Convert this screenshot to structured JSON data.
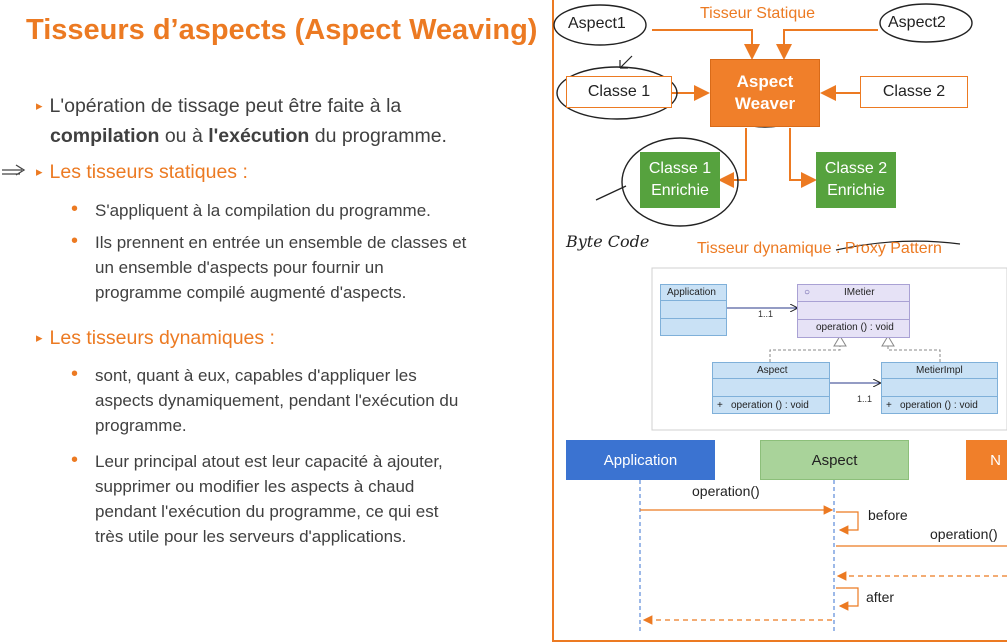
{
  "slide": {
    "title": "Tisseurs d’aspects (Aspect Weaving)",
    "bullet1": {
      "line1": "L'opération de tissage peut être faite à la",
      "bold1": "compilation",
      "mid": " ou à ",
      "bold2": "l'exécution",
      "end": " du programme."
    },
    "static_heading": "Les tisseurs statiques :",
    "static_items": [
      "S'appliquent à la compilation du programme.",
      "Ils prennent en entrée un ensemble de classes et",
      "un ensemble d'aspects pour fournir un",
      "programme compilé augmenté d'aspects."
    ],
    "dynamic_heading": "Les tisseurs dynamiques :",
    "dynamic_items": [
      "sont, quant à eux, capables d'appliquer les",
      "aspects dynamiquement, pendant l'exécution du",
      "programme.",
      "Leur principal atout est leur capacité à ajouter,",
      "supprimer ou modifier les aspects à chaud",
      "pendant l'exécution du programme, ce qui est",
      "très utile pour les serveurs d'applications."
    ]
  },
  "diagram": {
    "static_label": "Tisseur Statique",
    "aspect1": "Aspect1",
    "aspect2": "Aspect2",
    "classe1": "Classe 1",
    "classe2": "Classe 2",
    "weaver_line1": "Aspect",
    "weaver_line2": "Weaver",
    "enriched1_line1": "Classe 1",
    "enriched1_line2": "Enrichie",
    "enriched2_line1": "Classe 2",
    "enriched2_line2": "Enrichie",
    "handwritten": "Byte Code",
    "dynamic_label": "Tisseur dynamique : Proxy Pattern",
    "uml": {
      "application": "Application",
      "imetier": "IMetier",
      "imetier_op": "operation ()   : void",
      "aspect": "Aspect",
      "aspect_op": "operation ()   : void",
      "metierimpl": "MetierImpl",
      "metierimpl_op": "operation ()   : void",
      "mult1": "1..1",
      "mult2": "1..1",
      "plus": "+",
      "circle": "○"
    },
    "sequence": {
      "application": "Application",
      "aspect": "Aspect",
      "third_partial": "N",
      "msg_operation1": "operation()",
      "msg_before": "before",
      "msg_operation2": "operation()",
      "msg_after": "after"
    }
  },
  "colors": {
    "accent": "#ec7a22",
    "weaver_fill": "#f07f2a",
    "enriched_fill": "#56a23e",
    "app_lane": "#3b73d1",
    "aspect_lane": "#a9d39a"
  }
}
